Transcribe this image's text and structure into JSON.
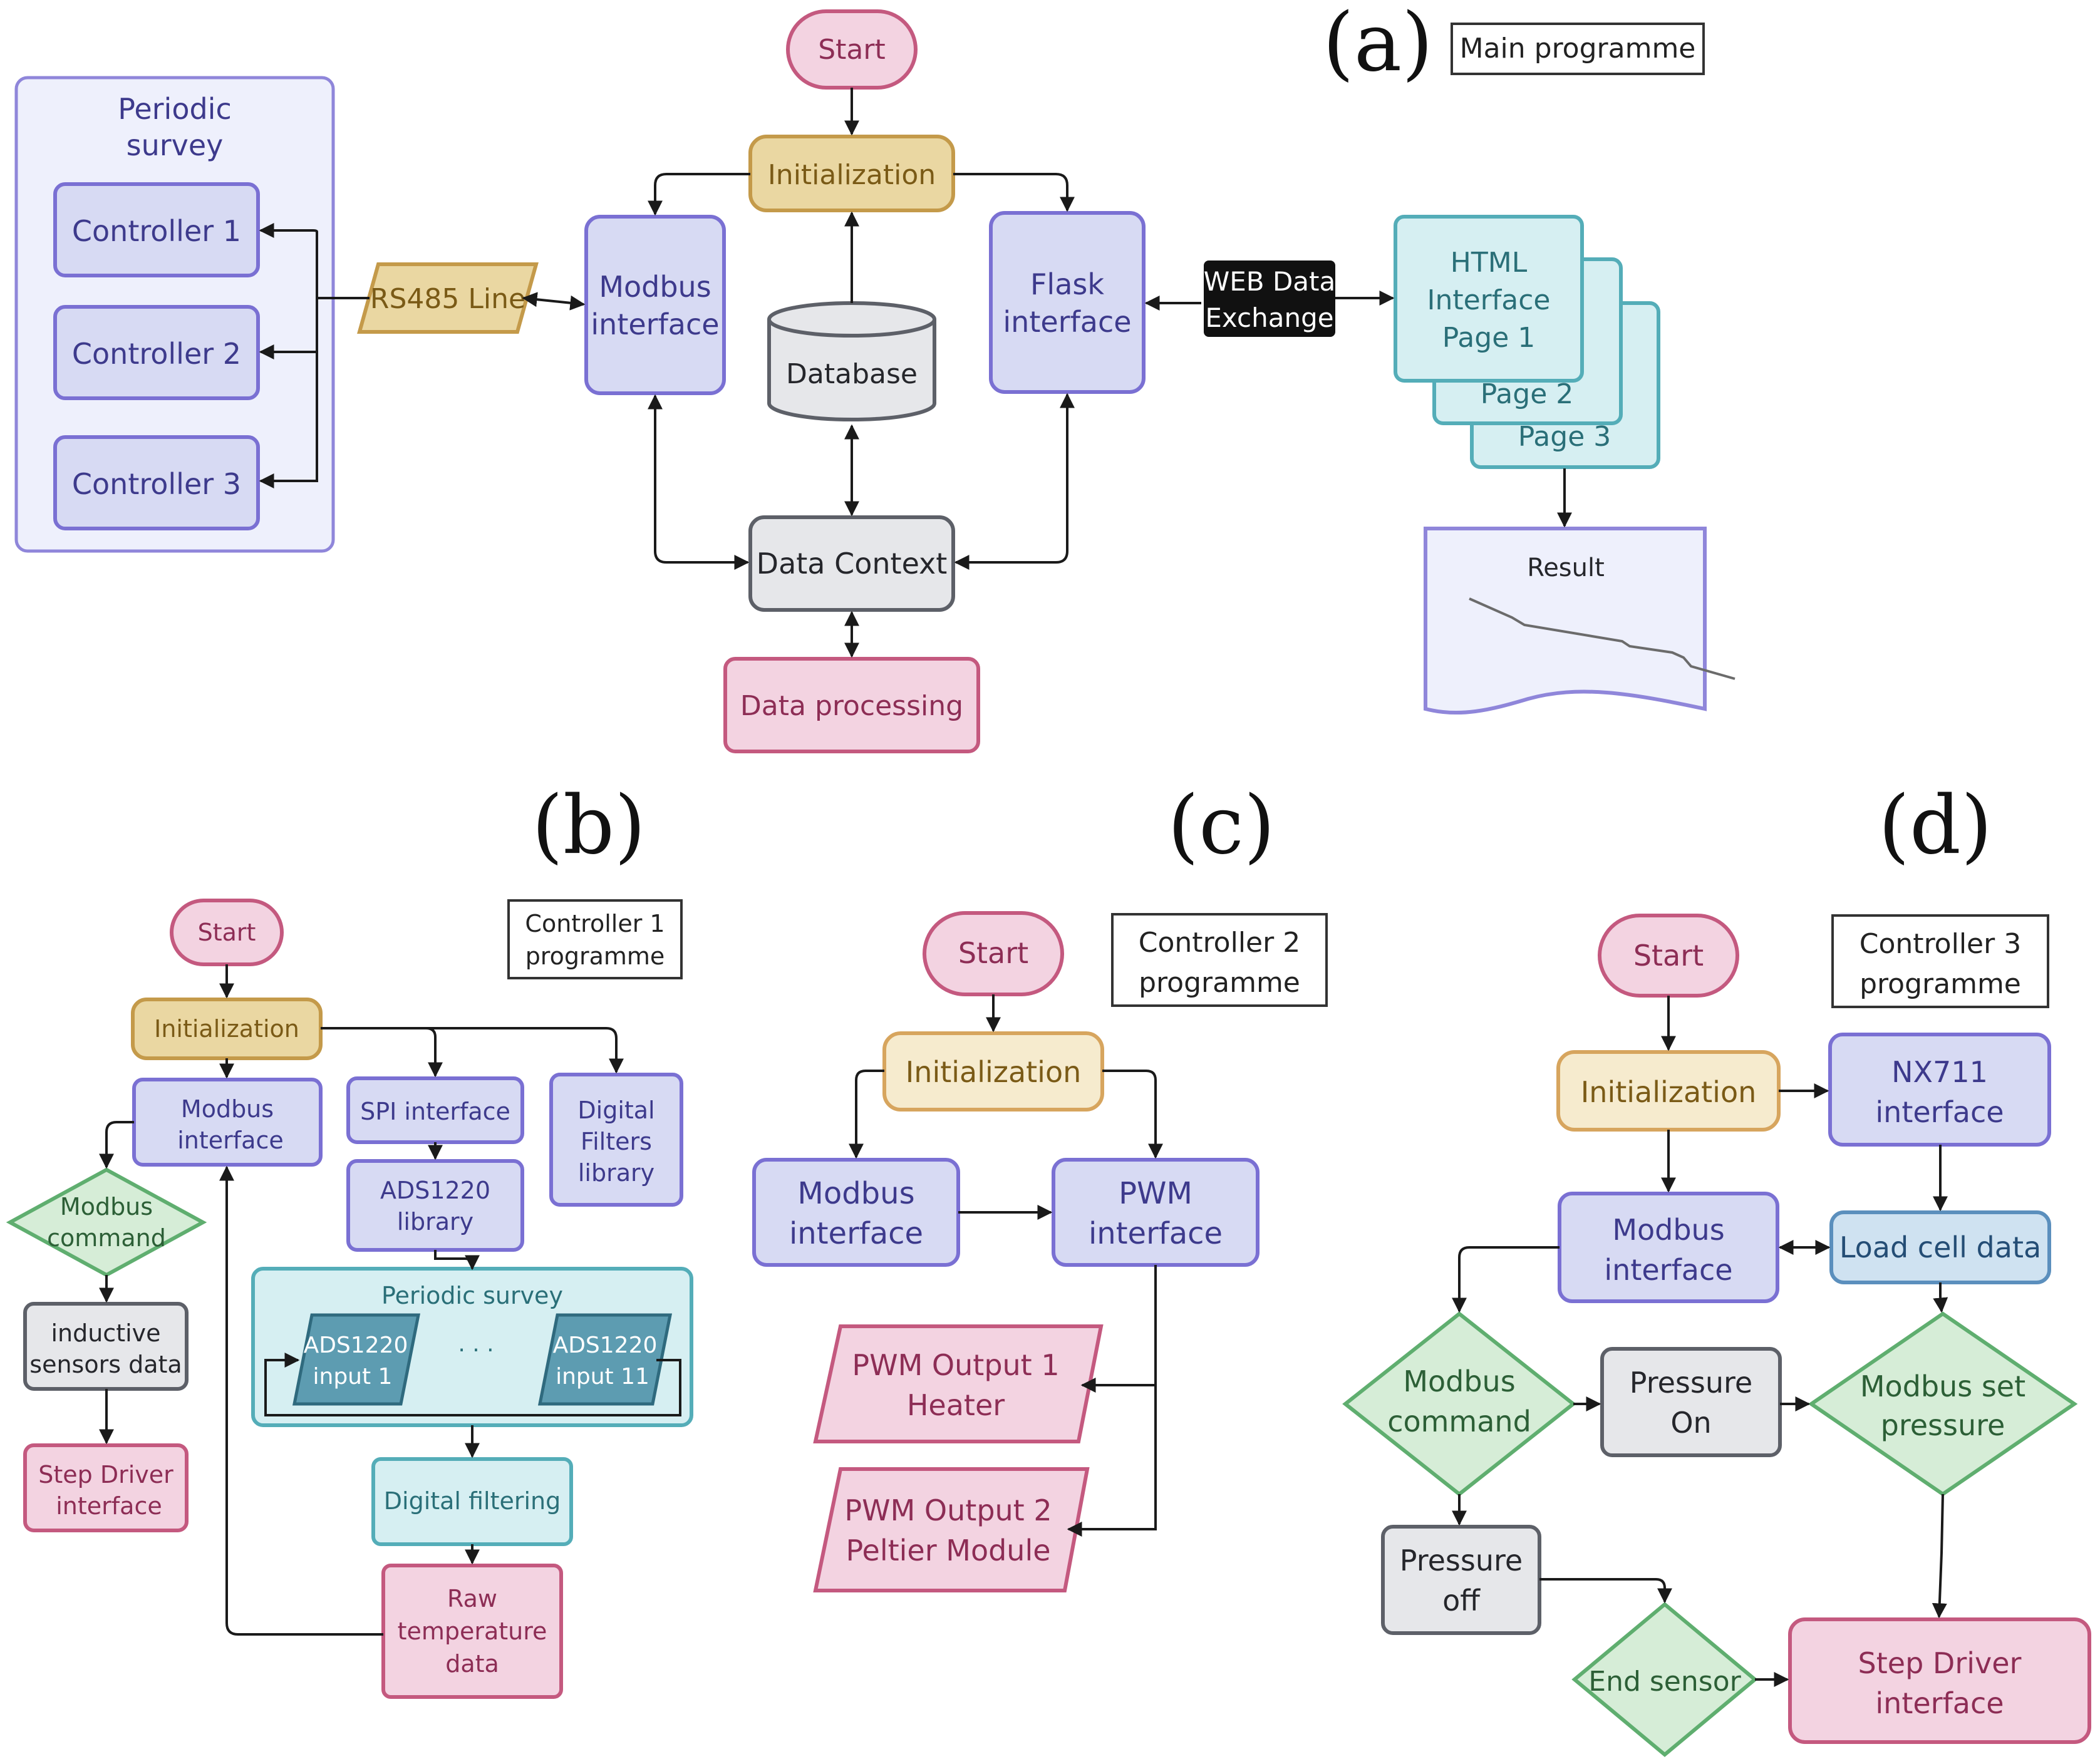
{
  "panels": {
    "a": {
      "letter": "(a)",
      "title": "Main programme"
    },
    "b": {
      "letter": "(b)",
      "title": [
        "Controller  1",
        "programme"
      ]
    },
    "c": {
      "letter": "(c)",
      "title": [
        "Controller 2",
        "programme"
      ]
    },
    "d": {
      "letter": "(d)",
      "title": [
        "Controller 3",
        "programme"
      ]
    }
  },
  "a": {
    "start": "Start",
    "init": "Initialization",
    "survey": [
      "Periodic",
      "survey"
    ],
    "ctrl1": "Controller 1",
    "ctrl2": "Controller 2",
    "ctrl3": "Controller 3",
    "rs485": "RS485 Line",
    "modbus": [
      "Modbus",
      "interface"
    ],
    "database": "Database",
    "flask": [
      "Flask",
      "interface"
    ],
    "web": [
      "WEB Data",
      "Exchange"
    ],
    "html": [
      "HTML",
      "Interface",
      "Page 1"
    ],
    "page2": "Page 2",
    "page3": "Page 3",
    "result": "Result",
    "context": "Data Context",
    "processing": "Data processing"
  },
  "b": {
    "start": "Start",
    "init": "Initialization",
    "modbus": [
      "Modbus",
      "interface"
    ],
    "spi": "SPI interface",
    "filters": [
      "Digital",
      "Filters",
      "library"
    ],
    "ads_lib": [
      "ADS1220",
      "library"
    ],
    "modbus_cmd": [
      "Modbus",
      "command"
    ],
    "inductive": [
      "inductive",
      "sensors data"
    ],
    "step": [
      "Step Driver",
      "interface"
    ],
    "survey": "Periodic survey",
    "in1": [
      "ADS1220",
      "input 1"
    ],
    "dots": "· · ·",
    "in11": [
      "ADS1220",
      "input 11"
    ],
    "filtering": "Digital filtering",
    "raw": [
      "Raw",
      "temperature",
      "data"
    ]
  },
  "c": {
    "start": "Start",
    "init": "Initialization",
    "modbus": [
      "Modbus",
      "interface"
    ],
    "pwm": [
      "PWM",
      "interface"
    ],
    "out1": [
      "PWM Output 1",
      "Heater"
    ],
    "out2": [
      "PWM Output 2",
      "Peltier Module"
    ]
  },
  "d": {
    "start": "Start",
    "init": "Initialization",
    "nx711": [
      "NX711",
      "interface"
    ],
    "modbus": [
      "Modbus",
      "interface"
    ],
    "loadcell": "Load cell data",
    "modbus_cmd": [
      "Modbus",
      "command"
    ],
    "p_on": [
      "Pressure",
      "On"
    ],
    "set_pressure": [
      "Modbus set",
      "pressure"
    ],
    "p_off": [
      "Pressure",
      "off"
    ],
    "end_sensor": "End sensor",
    "step": [
      "Step Driver",
      "interface"
    ]
  },
  "colors": {
    "pink_fill": "#f3d3e1",
    "pink_stroke": "#c4597f",
    "tan_fill": "#ead7a2",
    "tan_stroke": "#c49a4a",
    "tan_light": "#f6ebce",
    "blue_fill": "#d7daf3",
    "blue_stroke": "#7a70d3",
    "survey_fill": "#eef0fc",
    "gray_fill": "#e6e7ea",
    "gray_stroke": "#5d6068",
    "teal_fill": "#d6eff2",
    "teal_stroke": "#54adb8",
    "teal_dark": "#5d9cb1",
    "green_fill": "#d6edd7",
    "green_stroke": "#5fae6f",
    "lightblue_fill": "#cfe2f1",
    "lightblue_stroke": "#5b8fbd",
    "black_label": "#111111",
    "text_blue": "#3d3a8c",
    "text_pink": "#8d2d55",
    "text_tan": "#7a5a16",
    "text_dark": "#25262b",
    "text_teal": "#2a6f78"
  }
}
